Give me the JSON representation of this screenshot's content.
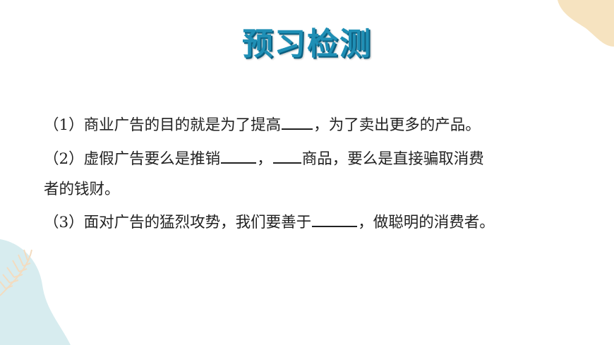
{
  "title": "预习检测",
  "q1": {
    "before": "（1）商业广告的目的就是为了提高",
    "after": "，为了卖出更多的产品。"
  },
  "q2": {
    "before": "（2）虚假广告要么是推销",
    "middle": "，",
    "after": "商品，要么是直接骗取消费",
    "continuation": "者的钱财。"
  },
  "q3": {
    "before": "（3）面对广告的猛烈攻势，我们要善于",
    "after": "，做聪明的消费者。"
  },
  "colors": {
    "title": "#1f8fb5",
    "deco_yellow": "#f6e3c0",
    "deco_teal": "#d7ecef"
  }
}
